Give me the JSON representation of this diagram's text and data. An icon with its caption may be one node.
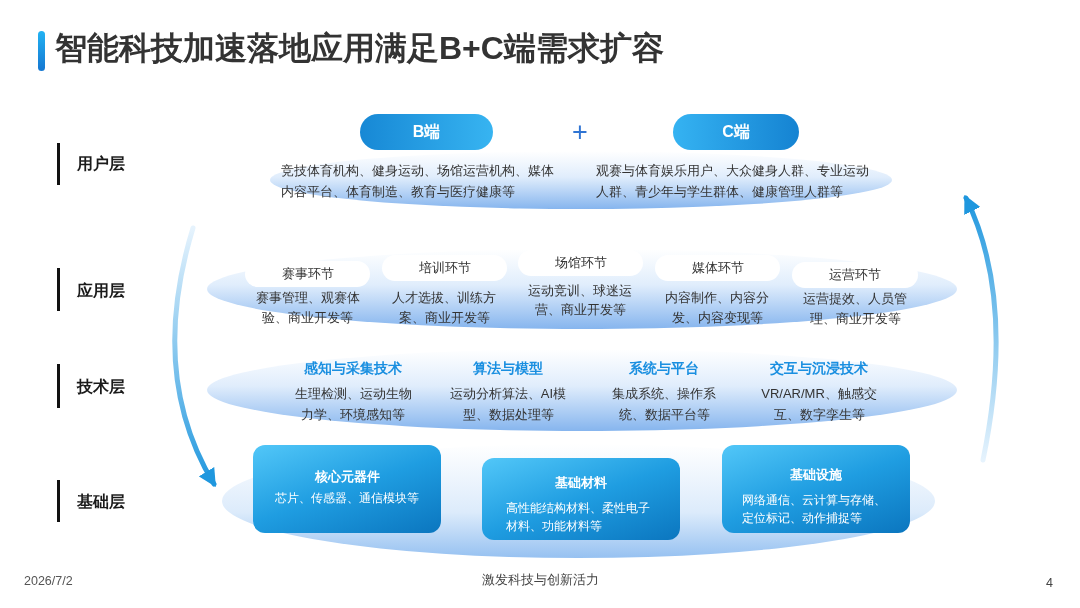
{
  "diagram": {
    "title": "智能科技加速落地应用满足B+C端需求扩容",
    "nodes": [
      {
        "text": [
          "竞技体育机构、健身运动、场馆运营机构、媒体内容平台、体育制造、教育与医疗健康等",
          "观赛与体育娱乐用户、大众健身人群、专业运动人群、青少年与学生群体、健康管理人群等"
        ]
      },
      {
        "text": [
          "B端"
        ]
      },
      {
        "text": [
          "C端"
        ]
      },
      {
        "text": [],
        "shape": "ellipse"
      },
      {
        "text": [
          "赛事环节"
        ],
        "in": 3,
        "beside": [
          "赛事管理、观赛体验、商业开发等"
        ]
      },
      {
        "text": [
          "培训环节"
        ],
        "in": 3,
        "beside": [
          "人才选拔、训练方案、商业开发等"
        ]
      },
      {
        "text": [
          "场馆环节"
        ],
        "in": 3,
        "beside": [
          "运动竞训、球迷运营、商业开发等"
        ]
      },
      {
        "text": [
          "媒体环节"
        ],
        "in": 3,
        "beside": [
          "内容制作、内容分发、内容变现等"
        ]
      },
      {
        "text": [
          "运营环节"
        ],
        "in": 3,
        "beside": [
          "运营提效、人员管理、商业开发等"
        ]
      },
      {
        "text": [
          "感知与采集技术",
          "生理检测、运动生物力学、环境感知等",
          "算法与模型",
          "运动分析算法、AI模型、数据处理等",
          "系统与平台",
          "集成系统、操作系统、数据平台等",
          "交互与沉浸技术",
          "VR/AR/MR、触感交互、数字孪生等"
        ]
      },
      {
        "text": [],
        "shape": "ellipse"
      },
      {
        "text": [
          "核心元器件",
          "芯片、传感器、通信模块等"
        ],
        "in": 10
      },
      {
        "text": [
          "基础材料",
          "高性能结构材料、柔性电子材料、功能材料等"
        ],
        "in": 10
      },
      {
        "text": [
          "基础设施",
          "网络通信、云计算与存储、定位标记、动作捕捉等"
        ],
        "in": 10
      }
    ],
    "edges": [
      {
        "from": null,
        "to": 10,
        "arrow": "to"
      },
      {
        "from": null,
        "to": 0,
        "arrow": "to"
      }
    ],
    "labels": [
      "用户层",
      "+",
      "应用层",
      "技术层",
      "基础层",
      "2026/7/2",
      "激发科技与创新活力",
      "4"
    ]
  }
}
